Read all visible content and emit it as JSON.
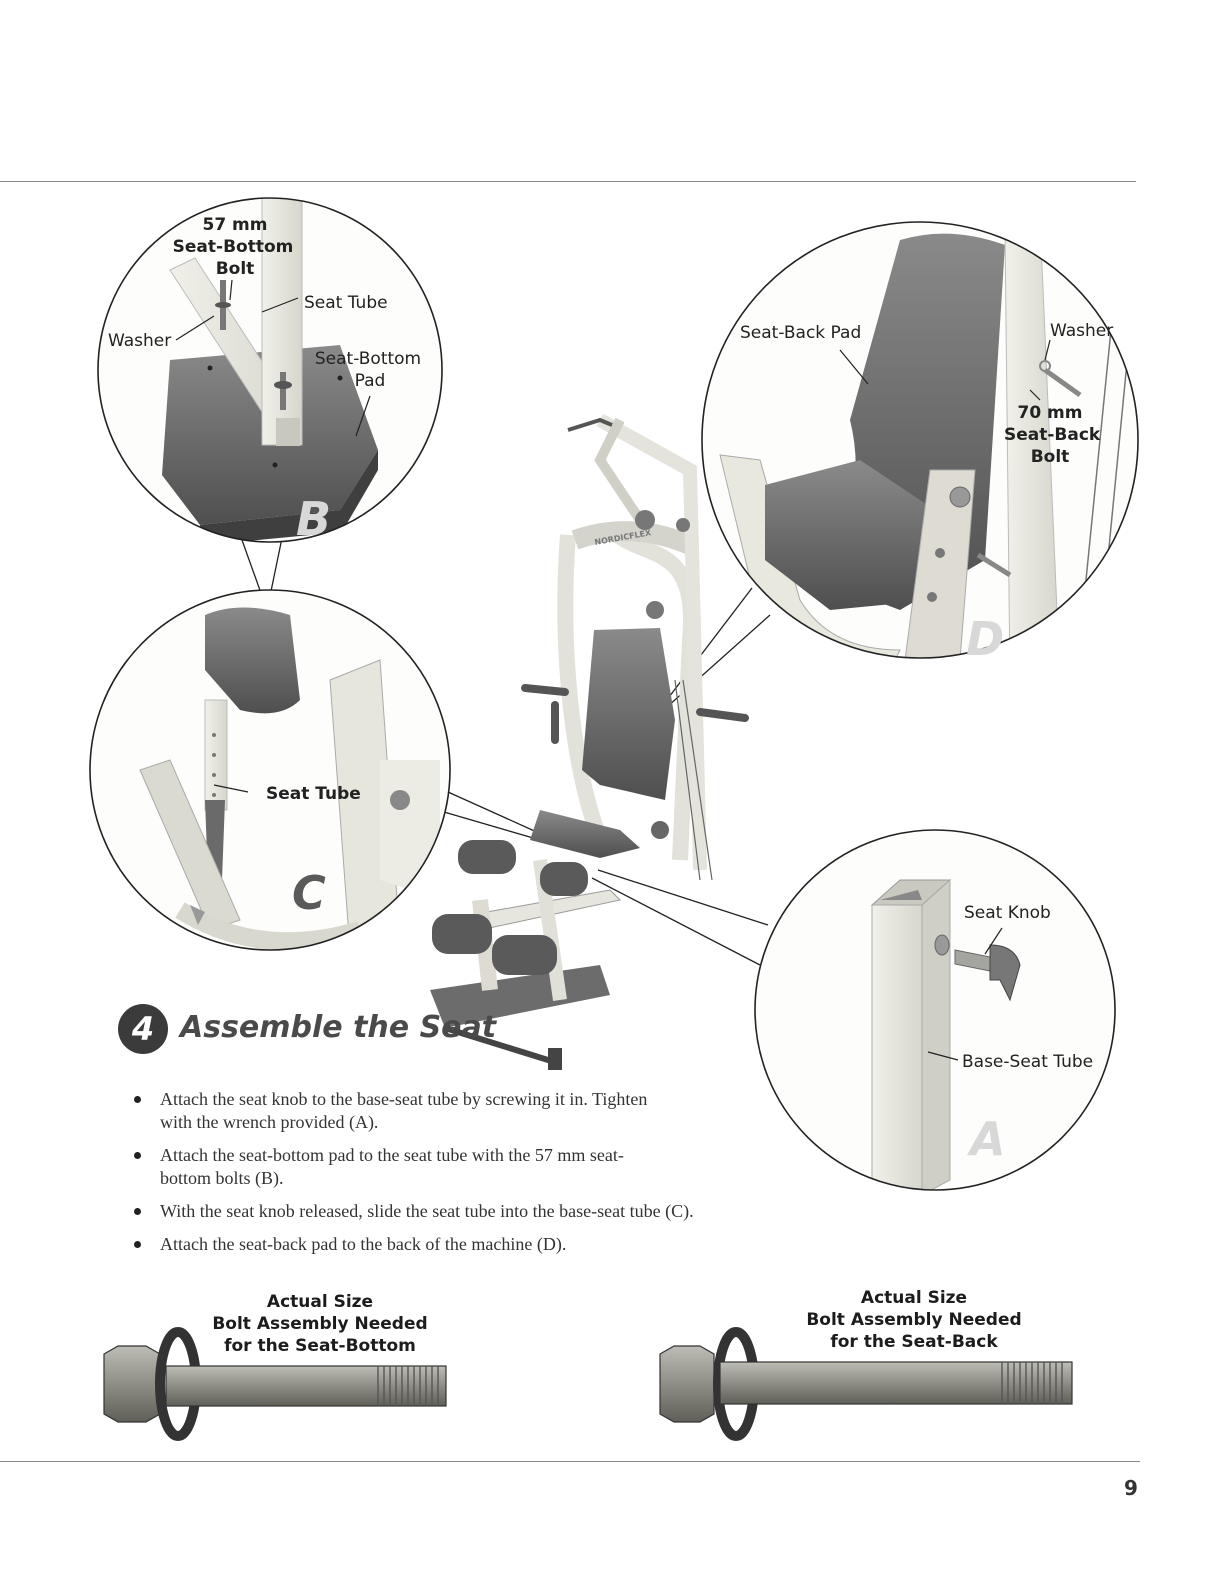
{
  "callouts": {
    "b": {
      "bolt_size": "57 mm",
      "bolt_name_1": "Seat-Bottom",
      "bolt_name_2": "Bolt",
      "seat_tube": "Seat Tube",
      "washer": "Washer",
      "pad_1": "Seat-Bottom",
      "pad_2": "Pad",
      "letter": "B"
    },
    "c": {
      "seat_tube": "Seat Tube",
      "letter": "C"
    },
    "d": {
      "seat_back_pad": "Seat-Back Pad",
      "washer": "Washer",
      "bolt_size": "70 mm",
      "bolt_name_1": "Seat-Back",
      "bolt_name_2": "Bolt",
      "letter": "D"
    },
    "a": {
      "seat_knob": "Seat Knob",
      "base_seat_tube": "Base-Seat Tube",
      "letter": "A"
    }
  },
  "step": {
    "number": "4",
    "title": "Assemble the Seat",
    "instructions": [
      "Attach the seat knob to the base-seat tube by screwing it in. Tighten with the wrench provided (A).",
      "Attach the seat-bottom pad to the seat tube with the 57 mm seat-bottom bolts (B).",
      "With the seat knob released, slide the seat tube into the base-seat tube (C).",
      "Attach the seat-back pad to the back of the machine (D)."
    ]
  },
  "bolts": {
    "seat_bottom": {
      "line1": "Actual Size",
      "line2": "Bolt Assembly Needed",
      "line3": "for the Seat-Bottom"
    },
    "seat_back": {
      "line1": "Actual Size",
      "line2": "Bolt Assembly Needed",
      "line3": "for the Seat-Back"
    }
  },
  "machine_brand": "NORDICFLEX",
  "page_number": "9",
  "colors": {
    "frame": "#e8e8e0",
    "pad": "#666666",
    "metal": "#8a8a82",
    "outline": "#222222"
  }
}
